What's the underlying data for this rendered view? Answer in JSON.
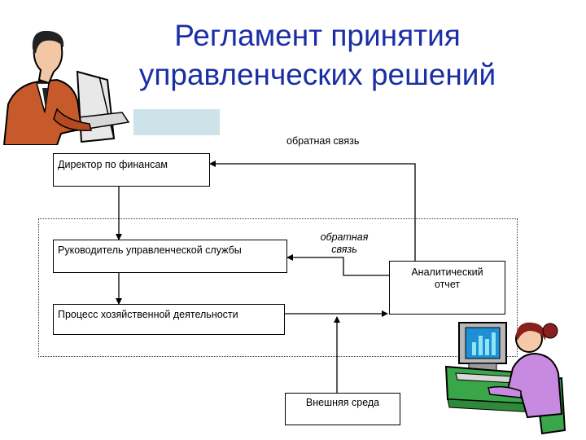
{
  "title": {
    "line1": "Регламент принятия",
    "line2": "управленческих решений"
  },
  "labels": {
    "feedback_top": "обратная связь",
    "feedback_middle": "обратная связь"
  },
  "boxes": {
    "finance_director": "Директор по финансам",
    "management_head": "Руководитель управленческой службы",
    "business_process": "Процесс хозяйственной деятельности",
    "analytic_report": "Аналитический отчет",
    "external_env": "Внешняя среда"
  },
  "colors": {
    "title": "#1a2fa6",
    "teal_block": "#cce3ea"
  },
  "icons": {
    "man_at_computer": "businessman-clipart",
    "woman_at_computer": "woman-computer-clipart"
  }
}
